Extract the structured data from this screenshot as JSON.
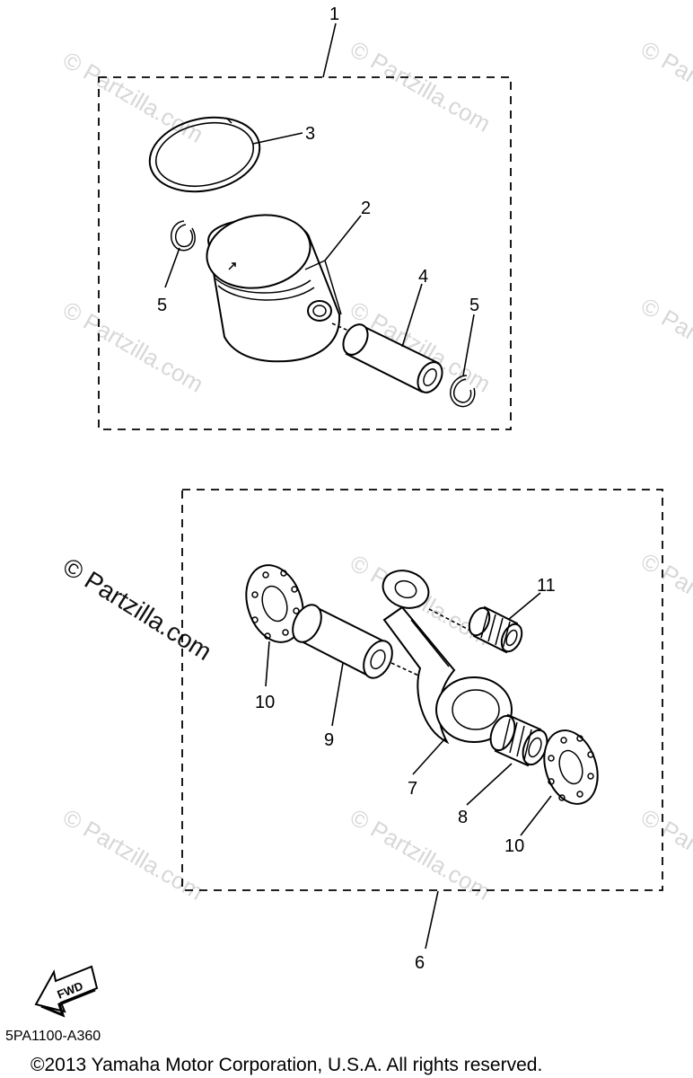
{
  "diagram": {
    "watermark": "© Partzilla.com",
    "diagram_code": "5PA1100-A360",
    "copyright": "©2013  Yamaha Motor Corporation, U.S.A. All rights reserved.",
    "fwd_label": "FWD",
    "callouts": {
      "c1": "1",
      "c2": "2",
      "c3": "3",
      "c4": "4",
      "c5a": "5",
      "c5b": "5",
      "c6": "6",
      "c7": "7",
      "c8": "8",
      "c9": "9",
      "c10a": "10",
      "c10b": "10",
      "c11": "11"
    }
  }
}
